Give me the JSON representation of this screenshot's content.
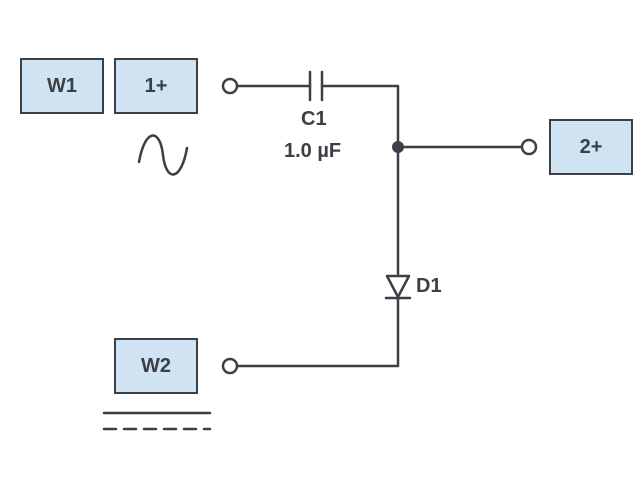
{
  "terminals": {
    "w1": "W1",
    "ch1_pos": "1+",
    "ch2_pos": "2+",
    "w2": "W2"
  },
  "components": {
    "capacitor": {
      "name": "C1",
      "value": "1.0 µF"
    },
    "diode": {
      "name": "D1"
    }
  },
  "symbols": {
    "source": "sine-wave-icon",
    "ground": "ground-icon"
  },
  "colors": {
    "wire": "#3b3f46",
    "box_fill": "#cfe3f2",
    "box_border": "#3b3f46"
  }
}
